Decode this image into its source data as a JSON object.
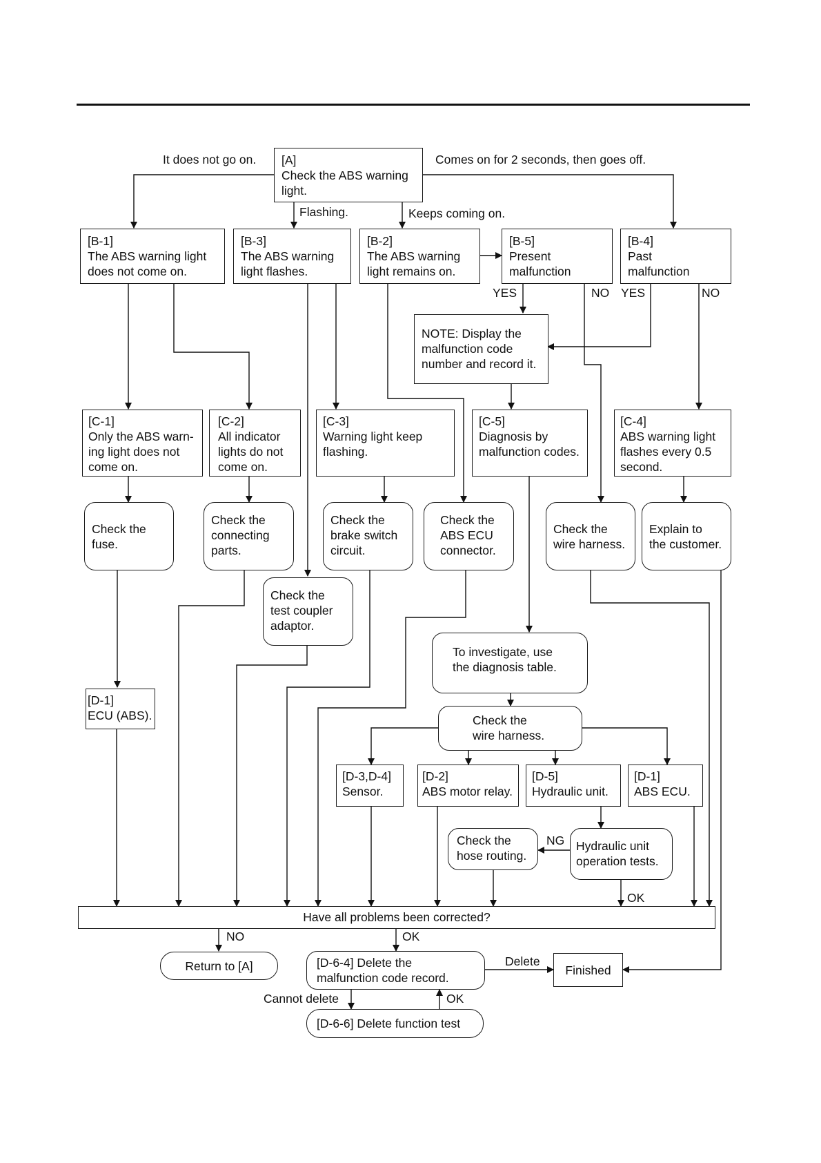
{
  "nodes": {
    "A": "[A]\nCheck the ABS warning\nlight.",
    "B1": "[B-1]\nThe ABS warning light\ndoes not come on.",
    "B3": "[B-3]\nThe ABS warning\nlight flashes.",
    "B2": "[B-2]\nThe ABS warning\nlight remains on.",
    "B5": "[B-5]\nPresent\nmalfunction",
    "B4": "[B-4]\nPast\nmalfunction",
    "note": "NOTE: Display the\nmalfunction code\nnumber and record it.",
    "C1": "[C-1]\nOnly the ABS warn-\ning light does not\ncome on.",
    "C2": "[C-2]\nAll indicator\nlights do not\ncome on.",
    "C3": "[C-3]\nWarning light keep\nflashing.",
    "C5": "[C-5]\nDiagnosis by\nmalfunction codes.",
    "C4": "[C-4]\nABS warning light\nflashes every 0.5\nsecond.",
    "fuse": "Check the\nfuse.",
    "conn_parts": "Check the\nconnecting\nparts.",
    "brake_sw": "Check the\nbrake switch\ncircuit.",
    "ecu_conn": "Check the\nABS ECU\nconnector.",
    "wire1": "Check the\nwire harness.",
    "explain": "Explain to\nthe customer.",
    "coupler": "Check the\ntest coupler\nadaptor.",
    "investigate": "To investigate, use\nthe diagnosis table.",
    "wire2": "Check the\nwire harness.",
    "D1a": "[D-1]\nECU (ABS).",
    "D34": "[D-3,D-4]\nSensor.",
    "D2": "[D-2]\nABS motor relay.",
    "D5": "[D-5]\nHydraulic unit.",
    "D1b": "[D-1]\nABS ECU.",
    "hose": "Check the\nhose routing.",
    "hyd_test": "Hydraulic unit\noperation tests.",
    "corrected": "Have all problems been corrected?",
    "return_a": "Return to [A]",
    "D64": "[D-6-4] Delete the\nmalfunction code record.",
    "finished": "Finished",
    "D66": "[D-6-6] Delete function test"
  },
  "edge_labels": {
    "not_on": "It does not go on.",
    "comes_on": "Comes on for 2 seconds, then goes off.",
    "flashing": "Flashing.",
    "keeps_on": "Keeps coming on.",
    "b5_yes": "YES",
    "b5_no": "NO",
    "b4_yes": "YES",
    "b4_no": "NO",
    "ng": "NG",
    "ok_hyd": "OK",
    "no_corr": "NO",
    "ok_corr": "OK",
    "delete": "Delete",
    "cannot_delete": "Cannot delete",
    "ok_d66": "OK"
  }
}
